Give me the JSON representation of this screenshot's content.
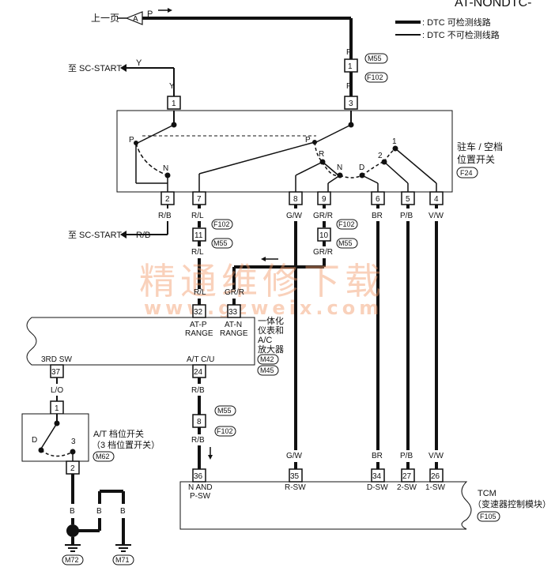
{
  "header": {
    "code": "AT-NONDTC-"
  },
  "legend": {
    "thick": ": DTC 可检测线路",
    "thin": ": DTC 不可检测线路"
  },
  "prev_page": {
    "label": "上一页",
    "marker": "A",
    "wire": "P"
  },
  "to_sc_start_y": {
    "label": "至 SC-START",
    "wire": "Y"
  },
  "to_sc_start_rb": {
    "label": "至 SC-START",
    "wire": "R/B"
  },
  "connector_top": {
    "wire_upper": "P",
    "pin_upper": "1",
    "tag_upper": "M55",
    "pin_lower": "1",
    "tag_lower": "F102",
    "wire_lower": "P"
  },
  "switch_box": {
    "title_1": "驻车 / 空档",
    "title_2": "位置开关",
    "tag": "F24",
    "top_pins": [
      "1",
      "3"
    ],
    "wire_y": "Y",
    "positions": [
      "P",
      "N",
      "P",
      "R",
      "N",
      "D",
      "2",
      "1"
    ],
    "bottom_pins": [
      "2",
      "7",
      "8",
      "9",
      "6",
      "5",
      "4"
    ],
    "bottom_wires": [
      "R/B",
      "R/L",
      "G/W",
      "GR/R",
      "BR",
      "P/B",
      "V/W"
    ]
  },
  "conn_11": {
    "pin_upper": "11",
    "tag": "F102",
    "tag2": "M55",
    "wire": "R/L"
  },
  "conn_10": {
    "pin_upper": "10",
    "tag": "F102",
    "tag2": "M55",
    "wire": "GR/R"
  },
  "unit": {
    "line1": "一体化",
    "line2": "仪表和",
    "line3": "A/C",
    "line4": "放大器",
    "tag1": "M42",
    "tag2": "M45",
    "pin_atp": "32",
    "pin_atn": "33",
    "wire_atp": "R/L",
    "wire_atn": "GR/R",
    "label_atp_1": "AT-P",
    "label_atp_2": "RANGE",
    "label_atn_1": "AT-N",
    "label_atn_2": "RANGE",
    "pin_3rd": "37",
    "label_3rd": "3RD SW",
    "pin_cu": "24",
    "label_cu": "A/T C/U"
  },
  "conn_8": {
    "wire_upper": "R/B",
    "pin": "8",
    "tag1": "M55",
    "tag2": "F102",
    "wire_lower": "R/B"
  },
  "at_switch": {
    "wire_top": "L/O",
    "pin_top": "1",
    "pos_d": "D",
    "pos_3": "3",
    "pin_bottom": "2",
    "title_1": "A/T 档位开关",
    "title_2": "（3 档位置开关）",
    "tag": "M62",
    "wire_b1": "B",
    "wire_b2": "B",
    "wire_b3": "B",
    "ground1": "M72",
    "ground2": "M71"
  },
  "tcm": {
    "title_1": "TCM",
    "title_2": "（变速器控制模块）",
    "tag": "F105",
    "pins": [
      "36",
      "35",
      "34",
      "27",
      "26"
    ],
    "labels_1": [
      "N AND",
      "R-SW",
      "D-SW",
      "2-SW",
      "1-SW"
    ],
    "label_36_2": "P-SW",
    "wires": [
      "G/W",
      "BR",
      "P/B",
      "V/W"
    ]
  },
  "watermark": {
    "line1": "精通维修下载",
    "line2": "www.gzweix.com"
  }
}
